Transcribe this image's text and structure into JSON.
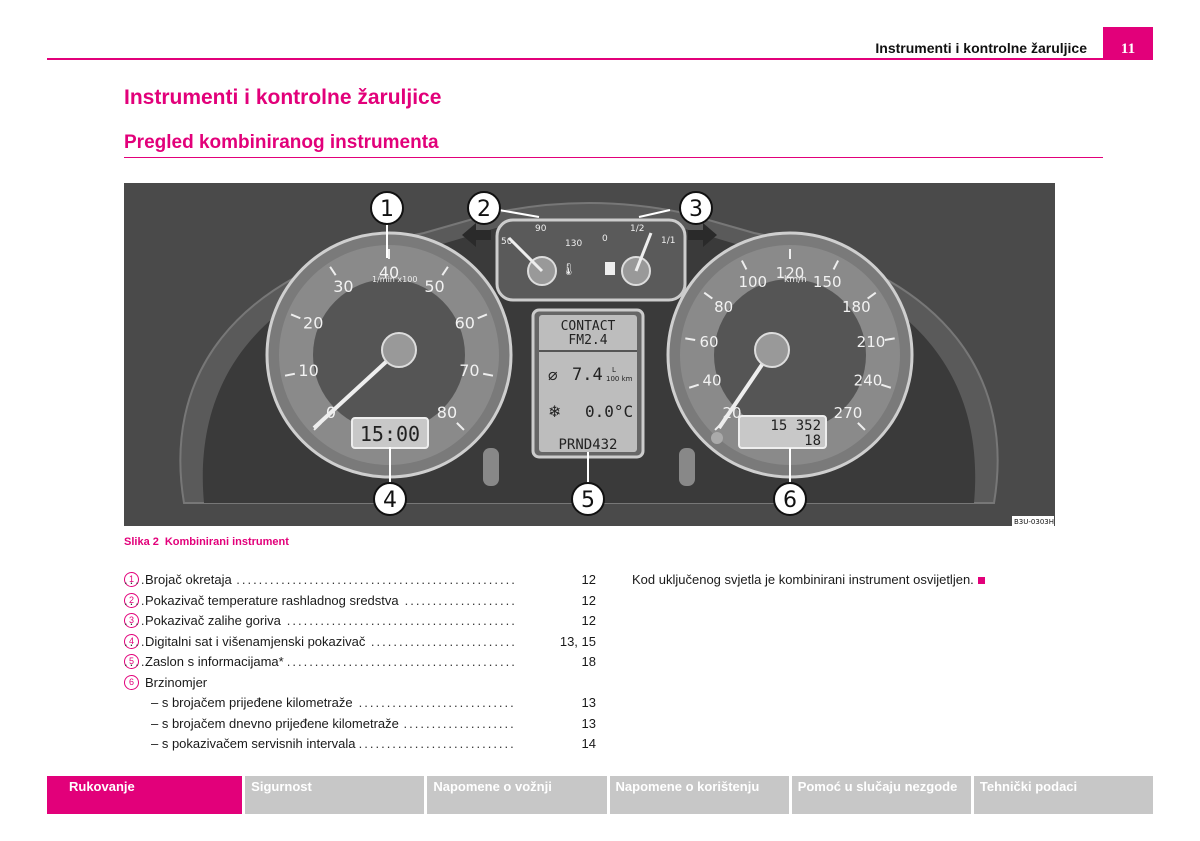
{
  "header": {
    "title": "Instrumenti i kontrolne žaruljice",
    "page": "11"
  },
  "title": "Instrumenti i kontrolne žaruljice",
  "subtitle": "Pregled kombiniranog instrumenta",
  "figure": {
    "callouts": [
      "1",
      "2",
      "3",
      "4",
      "5",
      "6"
    ],
    "rpm_ticks": [
      "0",
      "10",
      "20",
      "30",
      "40",
      "50",
      "60",
      "70",
      "80"
    ],
    "rpm_unit": "1/min x100",
    "speed_ticks": [
      "20",
      "40",
      "60",
      "80",
      "100",
      "120",
      "150",
      "180",
      "210",
      "240",
      "270"
    ],
    "speed_unit": "km/h",
    "temp_ticks": [
      "50",
      "90",
      "130"
    ],
    "fuel_ticks": [
      "0",
      "1/2",
      "1/1"
    ],
    "clock_display": "15:00",
    "odometer": "15 352",
    "trip": "18",
    "info_line1": "CONTACT",
    "info_line2": "FM2.4",
    "consumption": "7.4",
    "consumption_unit_top": "L",
    "consumption_unit_bottom": "100 km",
    "outside_temp": "0.0°C",
    "gear_display": "PRND432",
    "code": "B3U-0303H"
  },
  "caption": {
    "label": "Slika 2",
    "text": "Kombinirani instrument"
  },
  "legend": [
    {
      "num": "1",
      "label": "Brojač okretaja",
      "page": "12"
    },
    {
      "num": "2",
      "label": "Pokazivač temperature rashladnog sredstva",
      "page": "12"
    },
    {
      "num": "3",
      "label": "Pokazivač zalihe goriva",
      "page": "12"
    },
    {
      "num": "4",
      "label": "Digitalni sat i višenamjenski pokazivač",
      "page": "13, 15"
    },
    {
      "num": "5",
      "label": "Zaslon s informacijama*",
      "page": "18"
    },
    {
      "num": "6",
      "label": "Brzinomjer",
      "page": ""
    }
  ],
  "sublegend": [
    {
      "label": "–  s brojačem prijeđene kilometraže",
      "page": "13"
    },
    {
      "label": "–  s brojačem dnevno prijeđene kilometraže",
      "page": "13"
    },
    {
      "label": "–  s pokazivačem servisnih intervala",
      "page": "14"
    }
  ],
  "side_note": "Kod uključenog svjetla je kombinirani instrument osvijetljen.",
  "nav": [
    "Rukovanje",
    "Sigurnost",
    "Napomene o vožnji",
    "Napomene o korištenju",
    "Pomoć u slučaju nezgode",
    "Tehnički podaci"
  ],
  "colors": {
    "accent": "#e2007a",
    "nav_inactive": "#c7c7c7"
  }
}
